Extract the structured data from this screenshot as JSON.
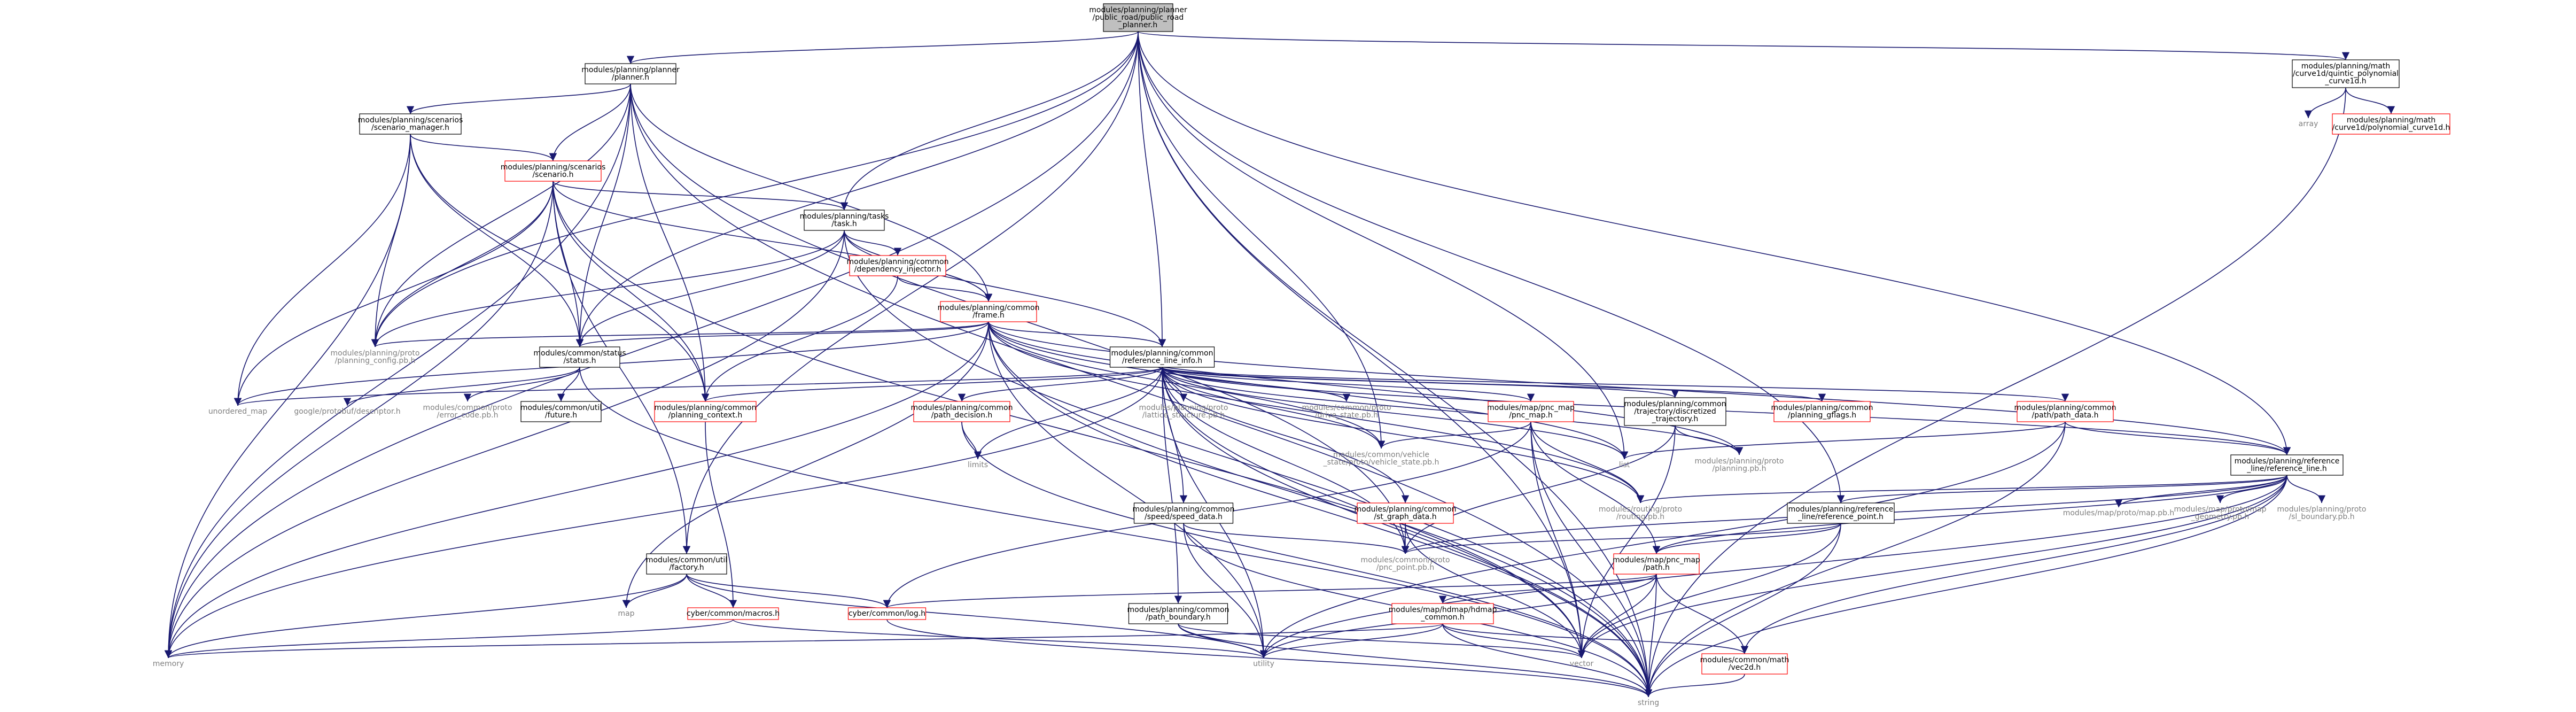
{
  "colors": {
    "edge": "#191970",
    "root_fill": "#bfbfbf",
    "box_fill": "#ffffff",
    "documented_border": "#000000",
    "undocumented_border": "#ff0000",
    "external_text": "#808080",
    "text": "#000000"
  },
  "graph": {
    "nodes": [
      {
        "id": "root",
        "label": "modules/planning/planner/public_road/public_road_planner.h",
        "lines": [
          "modules/planning/planner",
          "/public_road/public_road",
          "_planner.h"
        ],
        "kind": "root"
      },
      {
        "id": "planner",
        "label": "modules/planning/planner/planner.h",
        "lines": [
          "modules/planning/planner",
          "/planner.h"
        ],
        "kind": "documented"
      },
      {
        "id": "quintic",
        "label": "modules/planning/math/curve1d/quintic_polynomial_curve1d.h",
        "lines": [
          "modules/planning/math",
          "/curve1d/quintic_polynomial",
          "_curve1d.h"
        ],
        "kind": "documented"
      },
      {
        "id": "scenario_manager",
        "label": "modules/planning/scenarios/scenario_manager.h",
        "lines": [
          "modules/planning/scenarios",
          "/scenario_manager.h"
        ],
        "kind": "documented"
      },
      {
        "id": "array",
        "label": "array",
        "lines": [
          "array"
        ],
        "kind": "external"
      },
      {
        "id": "poly_curve",
        "label": "modules/planning/math/curve1d/polynomial_curve1d.h",
        "lines": [
          "modules/planning/math",
          "/curve1d/polynomial_curve1d.h"
        ],
        "kind": "undocumented"
      },
      {
        "id": "scenario",
        "label": "modules/planning/scenarios/scenario.h",
        "lines": [
          "modules/planning/scenarios",
          "/scenario.h"
        ],
        "kind": "undocumented"
      },
      {
        "id": "task",
        "label": "modules/planning/tasks/task.h",
        "lines": [
          "modules/planning/tasks",
          "/task.h"
        ],
        "kind": "documented"
      },
      {
        "id": "dep_injector",
        "label": "modules/planning/common/dependency_injector.h",
        "lines": [
          "modules/planning/common",
          "/dependency_injector.h"
        ],
        "kind": "undocumented"
      },
      {
        "id": "frame",
        "label": "modules/planning/common/frame.h",
        "lines": [
          "modules/planning/common",
          "/frame.h"
        ],
        "kind": "undocumented"
      },
      {
        "id": "planning_config",
        "label": "modules/planning/proto/planning_config.pb.h",
        "lines": [
          "modules/planning/proto",
          "/planning_config.pb.h"
        ],
        "kind": "external"
      },
      {
        "id": "status",
        "label": "modules/common/status/status.h",
        "lines": [
          "modules/common/status",
          "/status.h"
        ],
        "kind": "documented"
      },
      {
        "id": "ref_line_info",
        "label": "modules/planning/common/reference_line_info.h",
        "lines": [
          "modules/planning/common",
          "/reference_line_info.h"
        ],
        "kind": "documented"
      },
      {
        "id": "unordered_map",
        "label": "unordered_map",
        "lines": [
          "unordered_map"
        ],
        "kind": "external"
      },
      {
        "id": "descriptor",
        "label": "google/protobuf/descriptor.h",
        "lines": [
          "google/protobuf/descriptor.h"
        ],
        "kind": "external"
      },
      {
        "id": "error_code",
        "label": "modules/common/proto/error_code.pb.h",
        "lines": [
          "modules/common/proto",
          "/error_code.pb.h"
        ],
        "kind": "external"
      },
      {
        "id": "future",
        "label": "modules/common/util/future.h",
        "lines": [
          "modules/common/util",
          "/future.h"
        ],
        "kind": "documented"
      },
      {
        "id": "planning_context",
        "label": "modules/planning/common/planning_context.h",
        "lines": [
          "modules/planning/common",
          "/planning_context.h"
        ],
        "kind": "undocumented"
      },
      {
        "id": "path_decision",
        "label": "modules/planning/common/path_decision.h",
        "lines": [
          "modules/planning/common",
          "/path_decision.h"
        ],
        "kind": "undocumented"
      },
      {
        "id": "lattice",
        "label": "modules/planning/proto/lattice_structure.pb.h",
        "lines": [
          "modules/planning/proto",
          "/lattice_structure.pb.h"
        ],
        "kind": "external"
      },
      {
        "id": "drive_state",
        "label": "modules/common/proto/drive_state.pb.h",
        "lines": [
          "modules/common/proto",
          "/drive_state.pb.h"
        ],
        "kind": "external"
      },
      {
        "id": "pnc_map",
        "label": "modules/map/pnc_map/pnc_map.h",
        "lines": [
          "modules/map/pnc_map",
          "/pnc_map.h"
        ],
        "kind": "undocumented"
      },
      {
        "id": "discretized",
        "label": "modules/planning/common/trajectory/discretized_trajectory.h",
        "lines": [
          "modules/planning/common",
          "/trajectory/discretized",
          "_trajectory.h"
        ],
        "kind": "documented"
      },
      {
        "id": "gflags",
        "label": "modules/planning/common/planning_gflags.h",
        "lines": [
          "modules/planning/common",
          "/planning_gflags.h"
        ],
        "kind": "undocumented"
      },
      {
        "id": "path_data",
        "label": "modules/planning/common/path/path_data.h",
        "lines": [
          "modules/planning/common",
          "/path/path_data.h"
        ],
        "kind": "undocumented"
      },
      {
        "id": "limits",
        "label": "limits",
        "lines": [
          "limits"
        ],
        "kind": "external"
      },
      {
        "id": "list",
        "label": "list",
        "lines": [
          "list"
        ],
        "kind": "external"
      },
      {
        "id": "planning_pb",
        "label": "modules/planning/proto/planning.pb.h",
        "lines": [
          "modules/planning/proto",
          "/planning.pb.h"
        ],
        "kind": "external"
      },
      {
        "id": "vehicle_state",
        "label": "modules/common/vehicle_state/proto/vehicle_state.pb.h",
        "lines": [
          "modules/common/vehicle",
          "_state/proto/vehicle_state.pb.h"
        ],
        "kind": "external"
      },
      {
        "id": "reference_line",
        "label": "modules/planning/reference_line/reference_line.h",
        "lines": [
          "modules/planning/reference",
          "_line/reference_line.h"
        ],
        "kind": "documented"
      },
      {
        "id": "speed_data",
        "label": "modules/planning/common/speed/speed_data.h",
        "lines": [
          "modules/planning/common",
          "/speed/speed_data.h"
        ],
        "kind": "documented"
      },
      {
        "id": "st_graph",
        "label": "modules/planning/common/st_graph_data.h",
        "lines": [
          "modules/planning/common",
          "/st_graph_data.h"
        ],
        "kind": "undocumented"
      },
      {
        "id": "routing_pb",
        "label": "modules/routing/proto/routing.pb.h",
        "lines": [
          "modules/routing/proto",
          "/routing.pb.h"
        ],
        "kind": "external"
      },
      {
        "id": "reference_point",
        "label": "modules/planning/reference_line/reference_point.h",
        "lines": [
          "modules/planning/reference",
          "_line/reference_point.h"
        ],
        "kind": "documented"
      },
      {
        "id": "map_pb",
        "label": "modules/map/proto/map.pb.h",
        "lines": [
          "modules/map/proto/map.pb.h"
        ],
        "kind": "external"
      },
      {
        "id": "map_geometry",
        "label": "modules/map/proto/map_geometry.pb.h",
        "lines": [
          "modules/map/proto/map",
          "_geometry.pb.h"
        ],
        "kind": "external"
      },
      {
        "id": "sl_boundary",
        "label": "modules/planning/proto/sl_boundary.pb.h",
        "lines": [
          "modules/planning/proto",
          "/sl_boundary.pb.h"
        ],
        "kind": "external"
      },
      {
        "id": "factory",
        "label": "modules/common/util/factory.h",
        "lines": [
          "modules/common/util",
          "/factory.h"
        ],
        "kind": "documented"
      },
      {
        "id": "pnc_point",
        "label": "modules/common/proto/pnc_point.pb.h",
        "lines": [
          "modules/common/proto",
          "/pnc_point.pb.h"
        ],
        "kind": "external"
      },
      {
        "id": "path_h",
        "label": "modules/map/pnc_map/path.h",
        "lines": [
          "modules/map/pnc_map",
          "/path.h"
        ],
        "kind": "undocumented"
      },
      {
        "id": "map",
        "label": "map",
        "lines": [
          "map"
        ],
        "kind": "external"
      },
      {
        "id": "macros",
        "label": "cyber/common/macros.h",
        "lines": [
          "cyber/common/macros.h"
        ],
        "kind": "undocumented"
      },
      {
        "id": "log",
        "label": "cyber/common/log.h",
        "lines": [
          "cyber/common/log.h"
        ],
        "kind": "undocumented"
      },
      {
        "id": "path_boundary",
        "label": "modules/planning/common/path_boundary.h",
        "lines": [
          "modules/planning/common",
          "/path_boundary.h"
        ],
        "kind": "documented"
      },
      {
        "id": "hdmap_common",
        "label": "modules/map/hdmap/hdmap_common.h",
        "lines": [
          "modules/map/hdmap/hdmap",
          "_common.h"
        ],
        "kind": "undocumented"
      },
      {
        "id": "memory",
        "label": "memory",
        "lines": [
          "memory"
        ],
        "kind": "external"
      },
      {
        "id": "utility",
        "label": "utility",
        "lines": [
          "utility"
        ],
        "kind": "external"
      },
      {
        "id": "vector",
        "label": "vector",
        "lines": [
          "vector"
        ],
        "kind": "external"
      },
      {
        "id": "vec2d",
        "label": "modules/common/math/vec2d.h",
        "lines": [
          "modules/common/math",
          "/vec2d.h"
        ],
        "kind": "undocumented"
      },
      {
        "id": "string",
        "label": "string",
        "lines": [
          "string"
        ],
        "kind": "external"
      }
    ],
    "edges": [
      [
        "root",
        "planner"
      ],
      [
        "root",
        "quintic"
      ],
      [
        "root",
        "task"
      ],
      [
        "root",
        "status"
      ],
      [
        "root",
        "ref_line_info"
      ],
      [
        "root",
        "reference_line"
      ],
      [
        "root",
        "factory"
      ],
      [
        "root",
        "memory"
      ],
      [
        "root",
        "string"
      ],
      [
        "root",
        "vector"
      ],
      [
        "root",
        "planning_config"
      ],
      [
        "root",
        "list"
      ],
      [
        "root",
        "vehicle_state"
      ],
      [
        "root",
        "reference_point"
      ],
      [
        "planner",
        "scenario_manager"
      ],
      [
        "planner",
        "scenario"
      ],
      [
        "planner",
        "status"
      ],
      [
        "planner",
        "frame"
      ],
      [
        "planner",
        "planning_config"
      ],
      [
        "planner",
        "memory"
      ],
      [
        "planner",
        "string"
      ],
      [
        "planner",
        "planning_context"
      ],
      [
        "planner",
        "pnc_point"
      ],
      [
        "quintic",
        "array"
      ],
      [
        "quintic",
        "poly_curve"
      ],
      [
        "quintic",
        "string"
      ],
      [
        "scenario_manager",
        "scenario"
      ],
      [
        "scenario_manager",
        "status"
      ],
      [
        "scenario_manager",
        "planning_config"
      ],
      [
        "scenario_manager",
        "memory"
      ],
      [
        "scenario_manager",
        "unordered_map"
      ],
      [
        "scenario_manager",
        "planning_context"
      ],
      [
        "scenario",
        "task"
      ],
      [
        "scenario",
        "frame"
      ],
      [
        "scenario",
        "status"
      ],
      [
        "scenario",
        "factory"
      ],
      [
        "scenario",
        "planning_config"
      ],
      [
        "scenario",
        "memory"
      ],
      [
        "scenario",
        "string"
      ],
      [
        "scenario",
        "unordered_map"
      ],
      [
        "scenario",
        "planning_context"
      ],
      [
        "task",
        "dep_injector"
      ],
      [
        "task",
        "frame"
      ],
      [
        "task",
        "status"
      ],
      [
        "task",
        "ref_line_info"
      ],
      [
        "task",
        "planning_config"
      ],
      [
        "task",
        "string"
      ],
      [
        "task",
        "memory"
      ],
      [
        "dep_injector",
        "planning_context"
      ],
      [
        "dep_injector",
        "frame"
      ],
      [
        "frame",
        "ref_line_info"
      ],
      [
        "frame",
        "status"
      ],
      [
        "frame",
        "planning_config"
      ],
      [
        "frame",
        "list"
      ],
      [
        "frame",
        "map"
      ],
      [
        "frame",
        "memory"
      ],
      [
        "frame",
        "string"
      ],
      [
        "frame",
        "vector"
      ],
      [
        "frame",
        "unordered_map"
      ],
      [
        "frame",
        "vehicle_state"
      ],
      [
        "frame",
        "routing_pb"
      ],
      [
        "frame",
        "planning_pb"
      ],
      [
        "frame",
        "reference_line"
      ],
      [
        "frame",
        "utility"
      ],
      [
        "status",
        "descriptor"
      ],
      [
        "status",
        "error_code"
      ],
      [
        "status",
        "future"
      ],
      [
        "status",
        "string"
      ],
      [
        "ref_line_info",
        "planning_context"
      ],
      [
        "ref_line_info",
        "path_decision"
      ],
      [
        "ref_line_info",
        "lattice"
      ],
      [
        "ref_line_info",
        "drive_state"
      ],
      [
        "ref_line_info",
        "pnc_map"
      ],
      [
        "ref_line_info",
        "discretized"
      ],
      [
        "ref_line_info",
        "gflags"
      ],
      [
        "ref_line_info",
        "path_data"
      ],
      [
        "ref_line_info",
        "limits"
      ],
      [
        "ref_line_info",
        "list"
      ],
      [
        "ref_line_info",
        "planning_pb"
      ],
      [
        "ref_line_info",
        "vehicle_state"
      ],
      [
        "ref_line_info",
        "speed_data"
      ],
      [
        "ref_line_info",
        "st_graph"
      ],
      [
        "ref_line_info",
        "path_boundary"
      ],
      [
        "ref_line_info",
        "memory"
      ],
      [
        "ref_line_info",
        "unordered_map"
      ],
      [
        "ref_line_info",
        "string"
      ],
      [
        "ref_line_info",
        "vector"
      ],
      [
        "ref_line_info",
        "utility"
      ],
      [
        "ref_line_info",
        "reference_line"
      ],
      [
        "ref_line_info",
        "pnc_point"
      ],
      [
        "ref_line_info",
        "routing_pb"
      ],
      [
        "planning_context",
        "macros"
      ],
      [
        "path_decision",
        "limits"
      ],
      [
        "path_decision",
        "string"
      ],
      [
        "pnc_map",
        "vehicle_state"
      ],
      [
        "pnc_map",
        "routing_pb"
      ],
      [
        "pnc_map",
        "path_h"
      ],
      [
        "pnc_map",
        "string"
      ],
      [
        "pnc_map",
        "vector"
      ],
      [
        "pnc_map",
        "log"
      ],
      [
        "discretized",
        "planning_pb"
      ],
      [
        "discretized",
        "pnc_point"
      ],
      [
        "discretized",
        "vector"
      ],
      [
        "path_data",
        "list"
      ],
      [
        "path_data",
        "reference_line"
      ],
      [
        "path_data",
        "string"
      ],
      [
        "path_data",
        "utility"
      ],
      [
        "reference_line",
        "reference_point"
      ],
      [
        "reference_line",
        "map_pb"
      ],
      [
        "reference_line",
        "map_geometry"
      ],
      [
        "reference_line",
        "sl_boundary"
      ],
      [
        "reference_line",
        "routing_pb"
      ],
      [
        "reference_line",
        "path_h"
      ],
      [
        "reference_line",
        "vec2d"
      ],
      [
        "reference_line",
        "string"
      ],
      [
        "reference_line",
        "vector"
      ],
      [
        "reference_line",
        "utility"
      ],
      [
        "reference_line",
        "pnc_point"
      ],
      [
        "speed_data",
        "pnc_point"
      ],
      [
        "speed_data",
        "string"
      ],
      [
        "speed_data",
        "utility"
      ],
      [
        "st_graph",
        "pnc_point"
      ],
      [
        "st_graph",
        "vector"
      ],
      [
        "reference_point",
        "path_h"
      ],
      [
        "reference_point",
        "pnc_point"
      ],
      [
        "reference_point",
        "string"
      ],
      [
        "reference_point",
        "vector"
      ],
      [
        "factory",
        "macros"
      ],
      [
        "factory",
        "log"
      ],
      [
        "factory",
        "map"
      ],
      [
        "factory",
        "memory"
      ],
      [
        "factory",
        "utility"
      ],
      [
        "path_h",
        "hdmap_common"
      ],
      [
        "path_h",
        "vec2d"
      ],
      [
        "path_h",
        "log"
      ],
      [
        "path_h",
        "string"
      ],
      [
        "path_h",
        "vector"
      ],
      [
        "path_h",
        "utility"
      ],
      [
        "macros",
        "memory"
      ],
      [
        "macros",
        "utility"
      ],
      [
        "log",
        "string"
      ],
      [
        "path_boundary",
        "string"
      ],
      [
        "path_boundary",
        "utility"
      ],
      [
        "path_boundary",
        "vector"
      ],
      [
        "hdmap_common",
        "vec2d"
      ],
      [
        "hdmap_common",
        "string"
      ],
      [
        "hdmap_common",
        "vector"
      ],
      [
        "hdmap_common",
        "utility"
      ],
      [
        "hdmap_common",
        "memory"
      ],
      [
        "vec2d",
        "string"
      ]
    ]
  }
}
